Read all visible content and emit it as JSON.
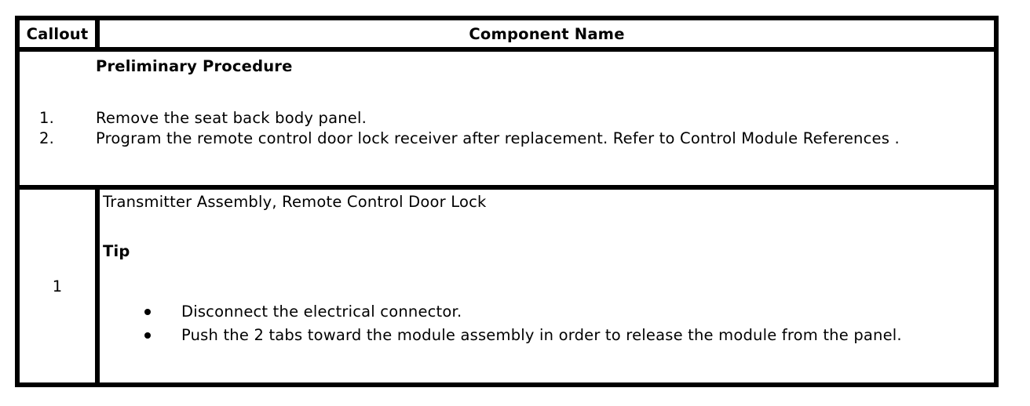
{
  "table": {
    "header": {
      "callout": "Callout",
      "component_name": "Component Name"
    },
    "preliminary": {
      "title": "Preliminary Procedure",
      "steps": [
        {
          "number": "1.",
          "text": "Remove the seat back body panel."
        },
        {
          "number": "2.",
          "text": "Program the remote control door lock receiver after replacement. Refer to Control Module References ."
        }
      ]
    },
    "components": [
      {
        "callout": "1",
        "name": "Transmitter Assembly, Remote Control Door Lock",
        "tip_label": "Tip",
        "tip_items": [
          "Disconnect the electrical connector.",
          "Push the 2 tabs toward the module assembly in order to release the module from the panel."
        ]
      }
    ]
  },
  "colors": {
    "border": "#000000",
    "text": "#000000",
    "background": "#ffffff"
  }
}
